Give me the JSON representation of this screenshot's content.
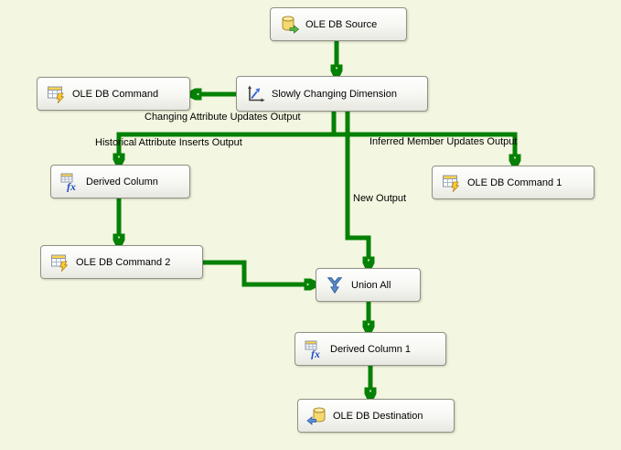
{
  "diagram": {
    "type": "ssis-data-flow",
    "colors": {
      "background": "#f3f6e0",
      "connector_green": "#058105",
      "node_border": "#8f9183",
      "icon_gold": "#f5d86e",
      "icon_blue": "#5a8ac6"
    }
  },
  "nodes": [
    {
      "id": "ole-db-source",
      "label": "OLE DB Source",
      "icon": "database-source-icon"
    },
    {
      "id": "slowly-changing-dimension",
      "label": "Slowly Changing Dimension",
      "icon": "scd-chart-icon"
    },
    {
      "id": "ole-db-command",
      "label": "OLE DB Command",
      "icon": "table-command-icon"
    },
    {
      "id": "derived-column",
      "label": "Derived Column",
      "icon": "fx-icon"
    },
    {
      "id": "ole-db-command-1",
      "label": "OLE DB Command 1",
      "icon": "table-command-icon"
    },
    {
      "id": "ole-db-command-2",
      "label": "OLE DB Command 2",
      "icon": "table-command-icon"
    },
    {
      "id": "union-all",
      "label": "Union All",
      "icon": "union-merge-icon"
    },
    {
      "id": "derived-column-1",
      "label": "Derived Column 1",
      "icon": "fx-icon"
    },
    {
      "id": "ole-db-destination",
      "label": "OLE DB Destination",
      "icon": "database-destination-icon"
    }
  ],
  "connectors": [
    {
      "from": "OLE DB Source",
      "to": "Slowly Changing Dimension",
      "label": ""
    },
    {
      "from": "Slowly Changing Dimension",
      "to": "OLE DB Command",
      "label": "Changing Attribute Updates Output"
    },
    {
      "from": "Slowly Changing Dimension",
      "to": "Derived Column",
      "label": "Historical Attribute Inserts Output"
    },
    {
      "from": "Slowly Changing Dimension",
      "to": "OLE DB Command 1",
      "label": "Inferred Member Updates Output"
    },
    {
      "from": "Slowly Changing Dimension",
      "to": "Union All",
      "label": "New Output"
    },
    {
      "from": "Derived Column",
      "to": "OLE DB Command 2",
      "label": ""
    },
    {
      "from": "OLE DB Command 2",
      "to": "Union All",
      "label": ""
    },
    {
      "from": "Union All",
      "to": "Derived Column 1",
      "label": ""
    },
    {
      "from": "Derived Column 1",
      "to": "OLE DB Destination",
      "label": ""
    }
  ]
}
